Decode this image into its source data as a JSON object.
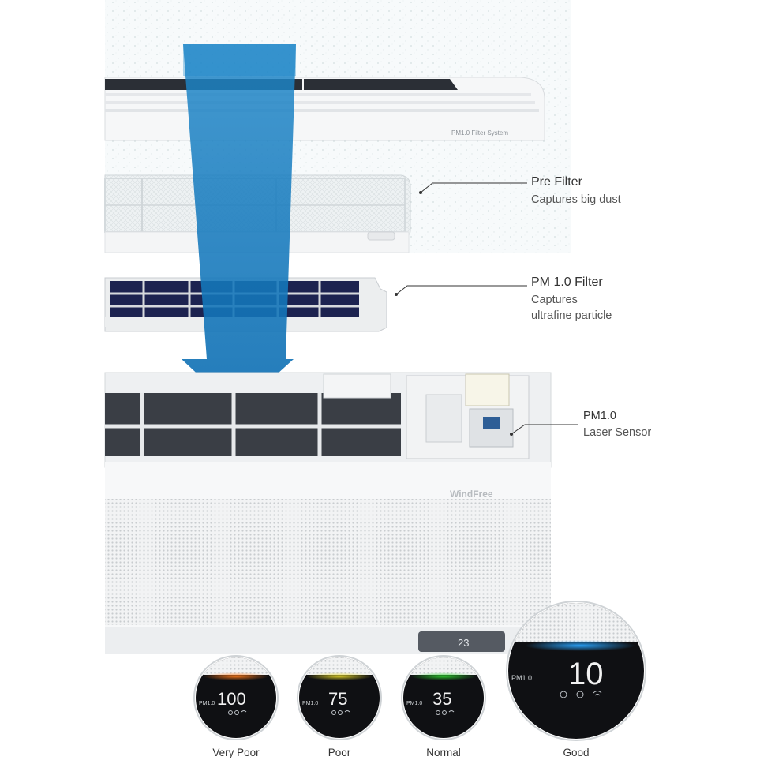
{
  "panel_label": "PM1.0 Filter System",
  "unit_brand": "WindFree",
  "unit_display": "23",
  "callouts": [
    {
      "title": "Pre Filter",
      "subtitle": "Captures big dust"
    },
    {
      "title": "PM 1.0 Filter",
      "subtitle": "Captures\nultrafine particle"
    },
    {
      "title": "PM1.0",
      "subtitle": "Laser Sensor"
    }
  ],
  "gauge_prefix": "PM1.0",
  "gauges": [
    {
      "label": "Very Poor",
      "value": "100",
      "color": "#ff7a1a"
    },
    {
      "label": "Poor",
      "value": "75",
      "color": "#e6d82a"
    },
    {
      "label": "Normal",
      "value": "35",
      "color": "#2fd12f"
    },
    {
      "label": "Good",
      "value": "10",
      "color": "#2aa6ff"
    }
  ],
  "colors": {
    "arrow": "#1e86c8",
    "filter_dark": "#1d2350"
  }
}
